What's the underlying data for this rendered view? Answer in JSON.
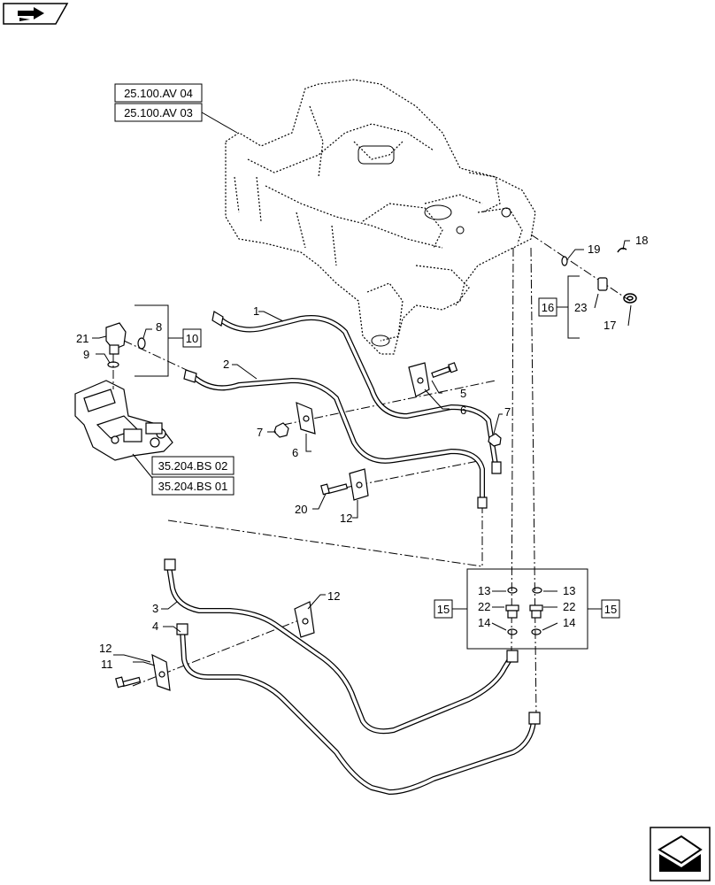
{
  "references": {
    "frame_ref_1": "25.100.AV 04",
    "frame_ref_2": "25.100.AV 03",
    "valve_ref_1": "35.204.BS 02",
    "valve_ref_2": "35.204.BS 01"
  },
  "kits": {
    "kit_10": "10",
    "kit_16": "16",
    "kit_15_left": "15",
    "kit_15_right": "15"
  },
  "parts": {
    "p1": "1",
    "p2": "2",
    "p3": "3",
    "p4": "4",
    "p5": "5",
    "p6a": "6",
    "p6b": "6",
    "p7a": "7",
    "p7b": "7",
    "p8": "8",
    "p9": "9",
    "p11": "11",
    "p12a": "12",
    "p12b": "12",
    "p12c": "12",
    "p13a": "13",
    "p13b": "13",
    "p14a": "14",
    "p14b": "14",
    "p17": "17",
    "p18": "18",
    "p19": "19",
    "p20": "20",
    "p21": "21",
    "p22a": "22",
    "p22b": "22",
    "p23": "23"
  },
  "icons": {
    "top_left": "book-arrow-icon",
    "bottom_right": "next-page-arrow-icon"
  }
}
